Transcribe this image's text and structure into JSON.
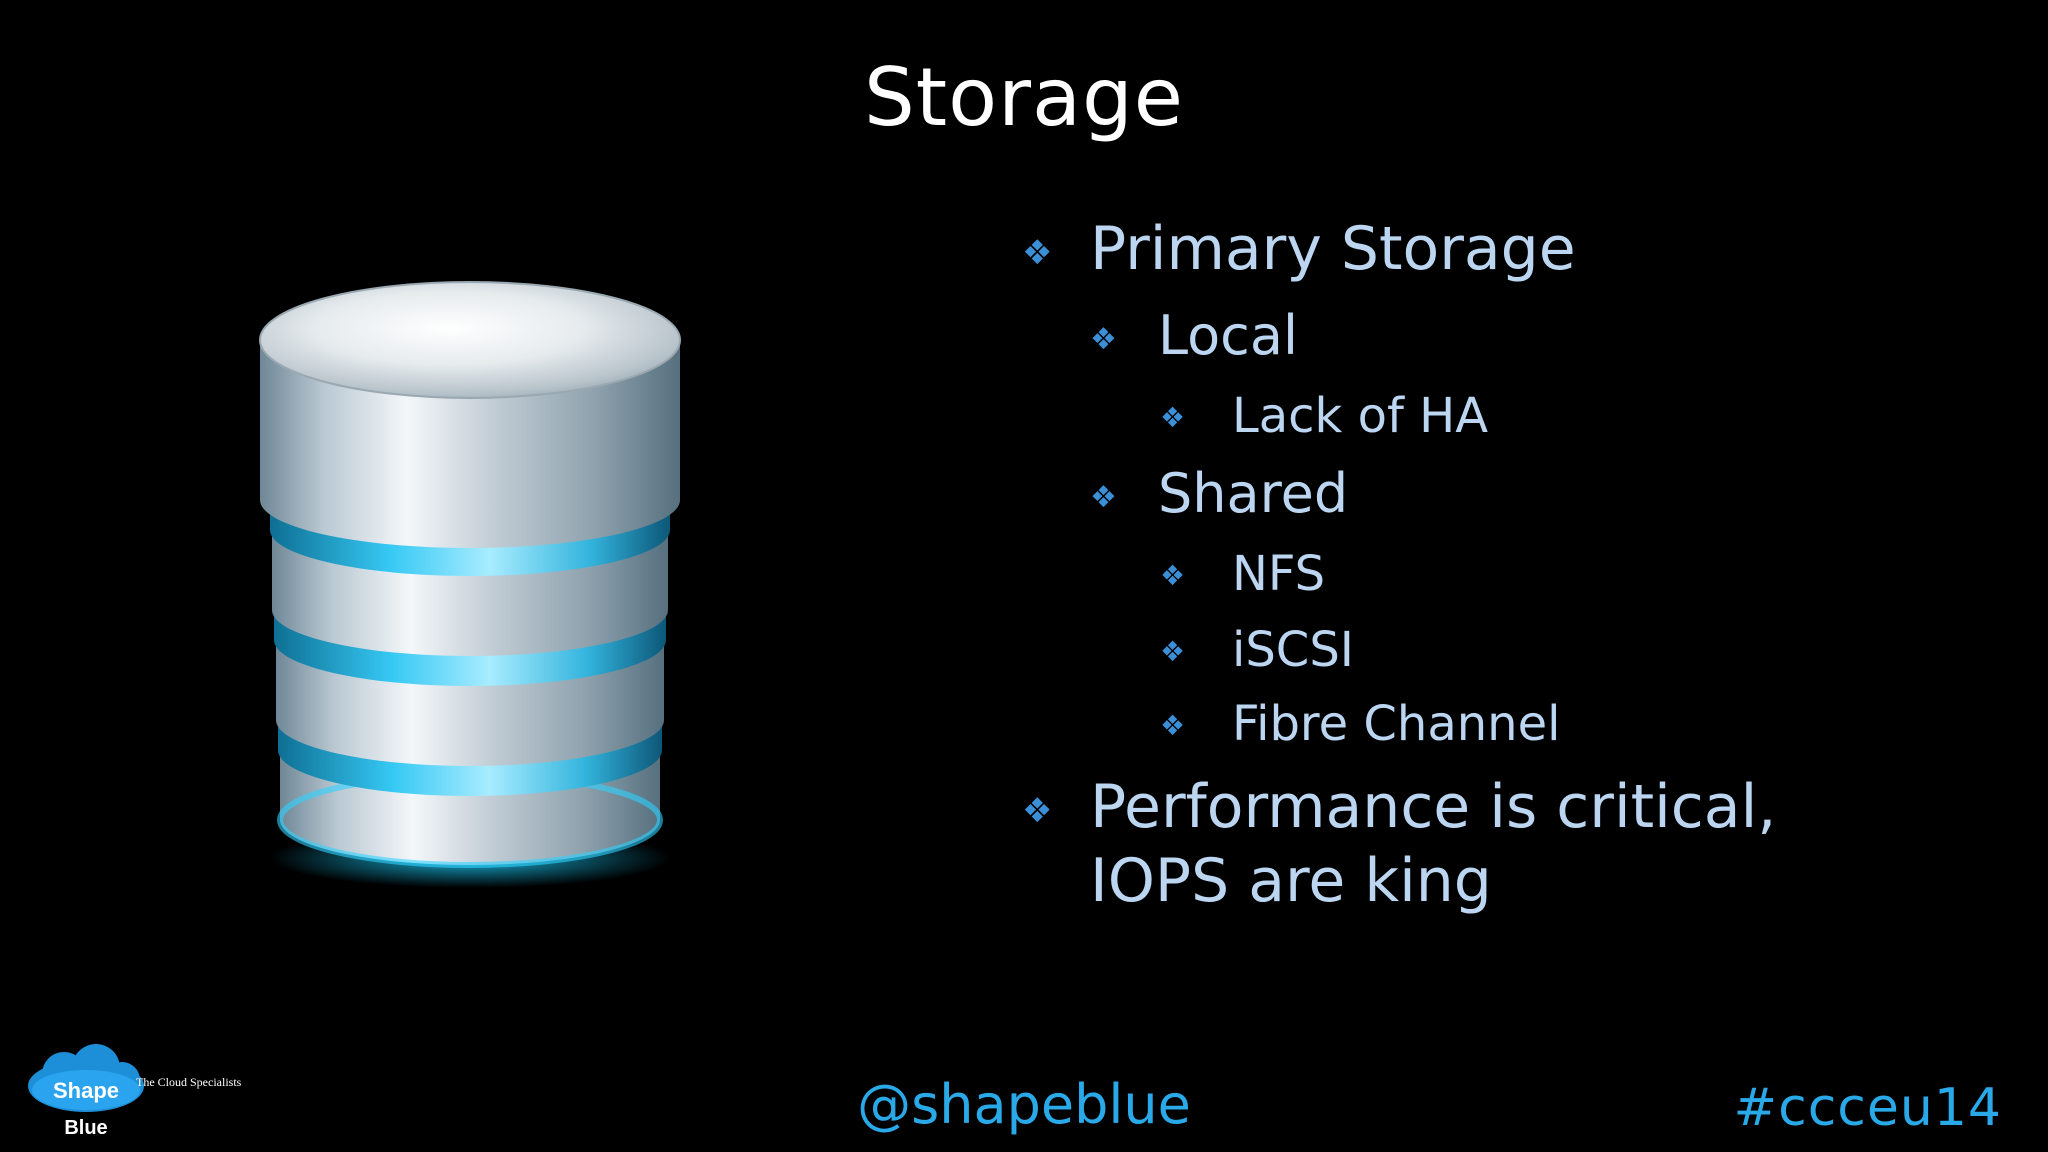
{
  "slide": {
    "title": "Storage",
    "bullets": [
      {
        "level": 1,
        "text": "Primary Storage"
      },
      {
        "level": 2,
        "text": "Local"
      },
      {
        "level": 3,
        "text": "Lack of HA"
      },
      {
        "level": 2,
        "text": "Shared"
      },
      {
        "level": 3,
        "text": "NFS"
      },
      {
        "level": 3,
        "text": "iSCSI"
      },
      {
        "level": 3,
        "text": "Fibre Channel"
      },
      {
        "level": 1,
        "text": "Performance is critical,"
      },
      {
        "level": 1,
        "text": "IOPS are king"
      }
    ],
    "bullet_glyph": "❖",
    "illustration": "database-cylinder-icon"
  },
  "footer": {
    "handle": "@shapeblue",
    "hashtag": "#ccceu14",
    "logo": {
      "name_top": "Shape",
      "name_bottom": "Blue",
      "tagline": "The Cloud Specialists"
    }
  },
  "colors": {
    "background": "#000000",
    "title": "#ffffff",
    "bullet_text": "#bcd6f2",
    "bullet_glyph": "#3b8fd6",
    "footer_accent": "#2aa9e8",
    "db_glow": "#19c6f2"
  }
}
